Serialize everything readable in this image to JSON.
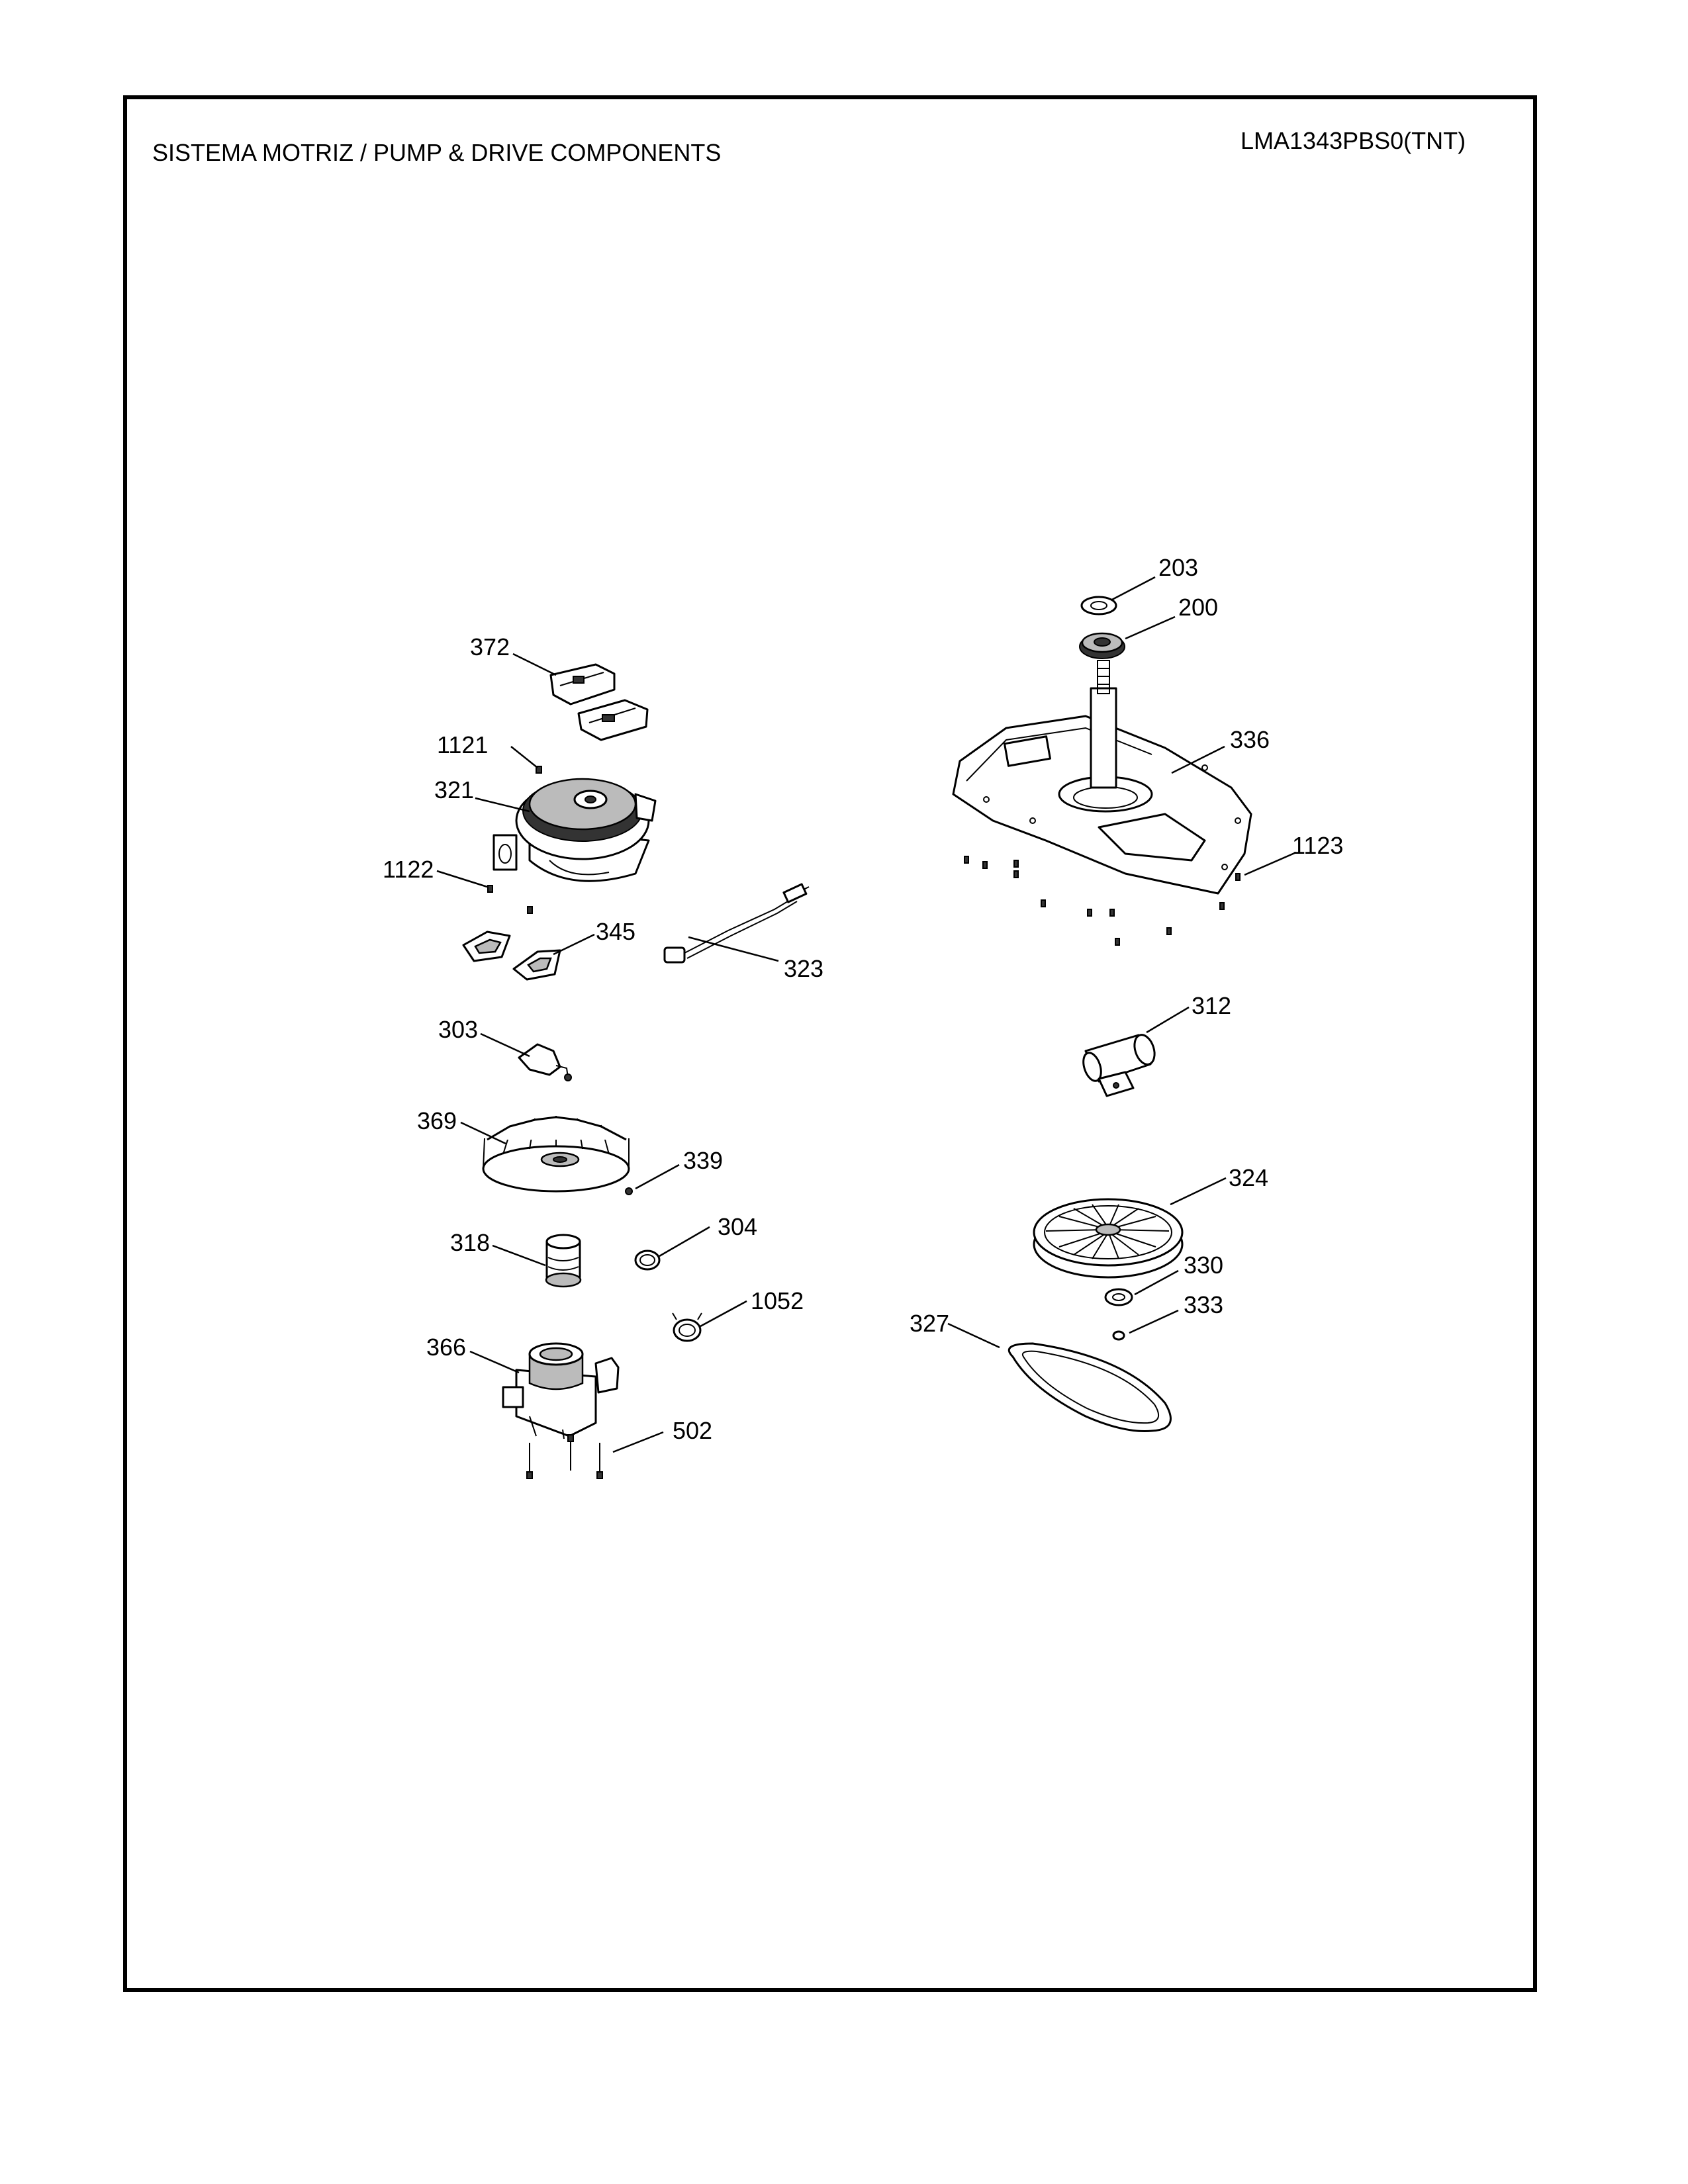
{
  "header": {
    "title": "SISTEMA MOTRIZ / PUMP  &  DRIVE COMPONENTS",
    "model": "LMA1343PBS0(TNT)"
  },
  "callouts": {
    "c203": "203",
    "c200": "200",
    "c372": "372",
    "c336": "336",
    "c1121": "1121",
    "c321": "321",
    "c1123": "1123",
    "c1122": "1122",
    "c345": "345",
    "c323": "323",
    "c312": "312",
    "c303": "303",
    "c369": "369",
    "c339": "339",
    "c324": "324",
    "c304": "304",
    "c318": "318",
    "c330": "330",
    "c1052": "1052",
    "c333": "333",
    "c327": "327",
    "c366": "366",
    "c502": "502"
  }
}
